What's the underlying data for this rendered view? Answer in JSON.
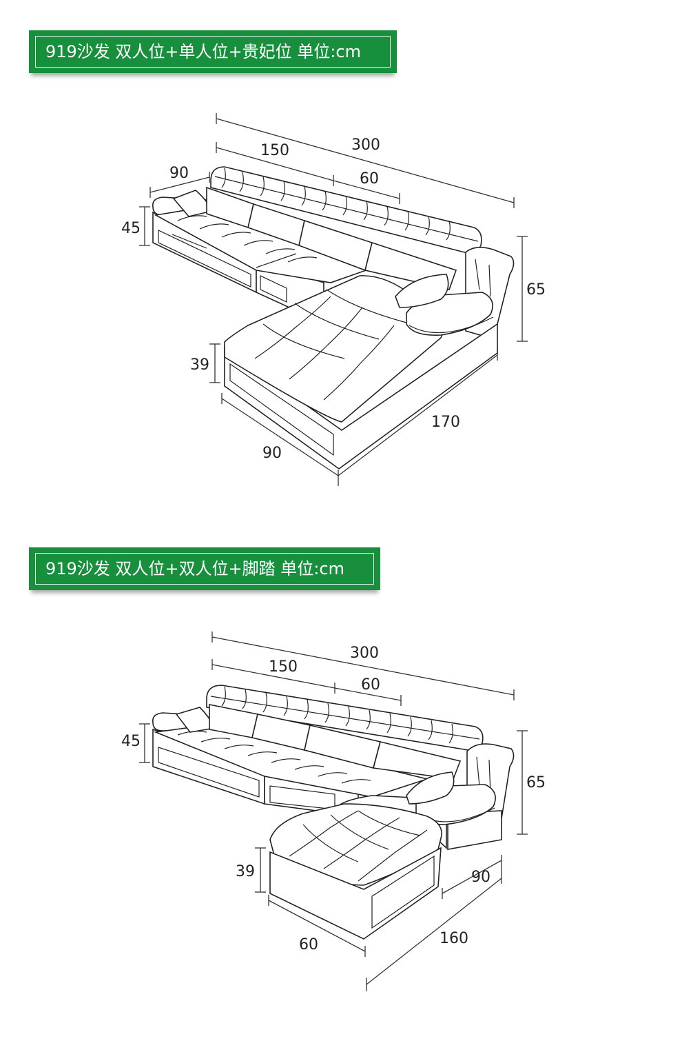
{
  "diagrams": [
    {
      "title": "919沙发 双人位+单人位+贵妃位 单位:cm",
      "dimensions": {
        "total_length": "300",
        "double_seat": "150",
        "single_seat": "60",
        "side_depth": "90",
        "seat_height": "45",
        "back_height": "65",
        "chaise_height": "39",
        "chaise_length": "170",
        "chaise_width": "90"
      }
    },
    {
      "title": "919沙发 双人位+双人位+脚踏 单位:cm",
      "dimensions": {
        "total_length": "300",
        "double_seat": "150",
        "single_seat": "60",
        "seat_height": "45",
        "back_height": "65",
        "ottoman_height": "39",
        "ottoman_width": "60",
        "total_depth": "160",
        "side_depth": "90"
      }
    }
  ]
}
